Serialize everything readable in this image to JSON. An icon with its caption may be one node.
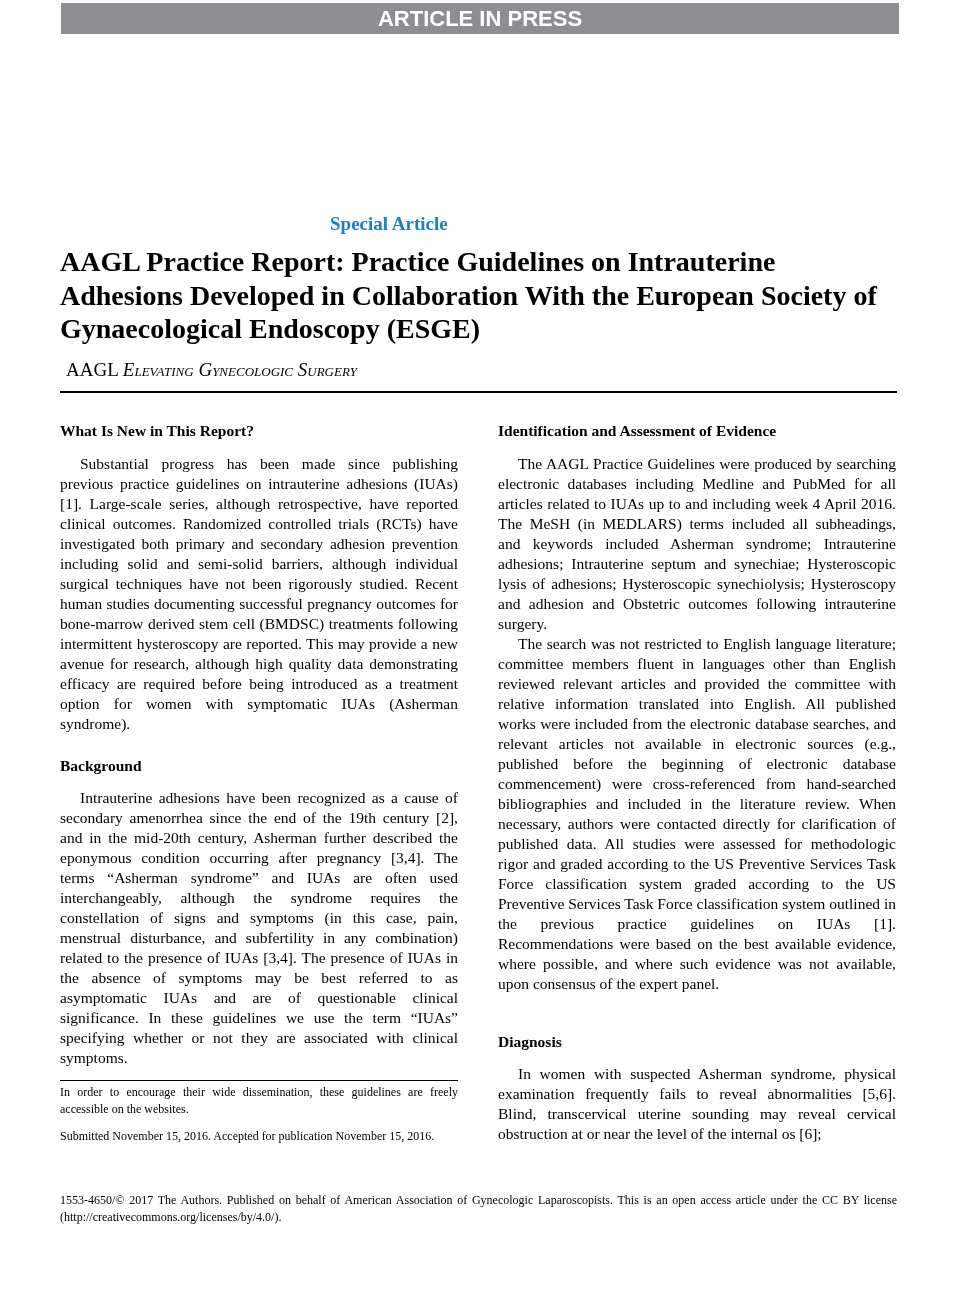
{
  "diagram": {
    "title": "AAGL Practice Report: Practice Guidelines on Intrauterine Adhesions Developed in Collaboration With the European Society of Gynaecological Endoscopy (ESGE)",
    "labels": [
      "ARTICLE IN PRESS",
      "Special Article",
      "AAGL *Elevating Gynecologic Surgery*",
      "What Is New in This Report?",
      "Substantial progress has been made since publishing previous practice guidelines on intrauterine adhesions (IUAs) [1]. Large-scale series, although retrospective, have reported clinical outcomes. Randomized controlled trials (RCTs) have investigated both primary and secondary adhesion prevention including solid and semi-solid barriers, although individual surgical techniques have not been rigorously studied. Recent human studies documenting successful pregnancy outcomes for bone-marrow derived stem cell (BMDSC) treatments following intermittent hysteroscopy are reported. This may provide a new avenue for research, although high quality data demonstrating efficacy are required before being introduced as a treatment option for women with symptomatic IUAs (Asherman syndrome).",
      "Background",
      "Intrauterine adhesions have been recognized as a cause of secondary amenorrhea since the end of the 19th century [2], and in the mid-20th century, Asherman further described the eponymous condition occurring after pregnancy [3,4]. The terms “Asherman syndrome” and IUAs are often used interchangeably, although the syndrome requires the constellation of signs and symptoms (in this case, pain, menstrual disturbance, and subfertility in any combination) related to the presence of IUAs [3,4]. The presence of IUAs in the absence of symptoms may be best referred to as asymptomatic IUAs and are of questionable clinical significance. In these guidelines we use the term “IUAs” specifying whether or not they are associated with clinical symptoms.",
      "In order to encourage their wide dissemination, these guidelines are freely accessible on the websites.",
      "Submitted November 15, 2016. Accepted for publication November 15, 2016.",
      "Identification and Assessment of Evidence",
      "The AAGL Practice Guidelines were produced by searching electronic databases including Medline and PubMed for all articles related to IUAs up to and including week 4 April 2016. The MeSH (in MEDLARS) terms included all subheadings, and keywords included Asherman syndrome; Intrauterine adhesions; Intrauterine septum and synechiae; Hysteroscopic lysis of adhesions; Hysteroscopic synechiolysis; Hysteroscopy and adhesion and Obstetric outcomes following intrauterine surgery.",
      "The search was not restricted to English language literature; committee members fluent in languages other than English reviewed relevant articles and provided the committee with relative information translated into English. All published works were included from the electronic database searches, and relevant articles not available in electronic sources (e.g., published before the beginning of electronic database commencement) were cross-referenced from hand-searched bibliographies and included in the literature review. When necessary, authors were contacted directly for clarification of published data. All studies were assessed for methodologic rigor and graded according to the US Preventive Services Task Force classification system graded according to the US Preventive Services Task Force classification system outlined in the previous practice guidelines on IUAs [1]. Recommendations were based on the best available evidence, where possible, and where such evidence was not available, upon consensus of the expert panel.",
      "Diagnosis",
      "In women with suspected Asherman syndrome, physical examination frequently fails to reveal abnormalities [5,6]. Blind, transcervical uterine sounding may reveal cervical obstruction at or near the level of the internal os [6];",
      "1553-4650/© 2017 The Authors. Published on behalf of American Association of Gynecologic Laparoscopists. This is an open access article under the CC BY license (http://creativecommons.org/licenses/by/4.0/)."
    ]
  }
}
